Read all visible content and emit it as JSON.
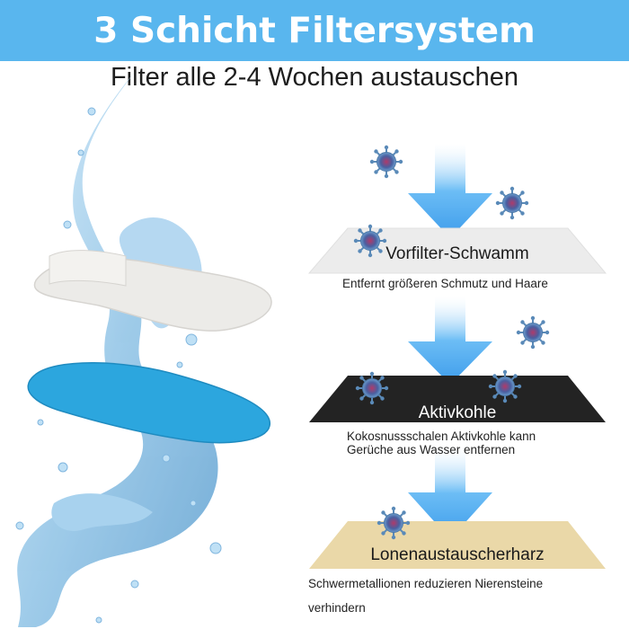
{
  "header": {
    "title": "3 Schicht Filtersystem",
    "subtitle": "Filter alle 2-4 Wochen austauschen"
  },
  "layers": [
    {
      "name": "Vorfilter-Schwamm",
      "description": "Entfernt größeren Schmutz und Haare",
      "color": "#ececec"
    },
    {
      "name": "Aktivkohle",
      "description_line1": "Kokosnussschalen Aktivkohle kann",
      "description_line2": "Gerüche aus Wasser entfernen",
      "color": "#232323"
    },
    {
      "name": "Lonenaustauscherharz",
      "description_line1": "Schwermetallionen reduzieren Nierensteine",
      "description_line2": "verhindern",
      "color": "#ead8a8"
    }
  ],
  "colors": {
    "banner": "#59b6ee",
    "arrow": "#4aa6ee",
    "sponge": "#2ca6de",
    "virus": "#5a8ab8"
  },
  "icons": [
    "virus-icon",
    "water-splash",
    "arrow-down-icon"
  ]
}
